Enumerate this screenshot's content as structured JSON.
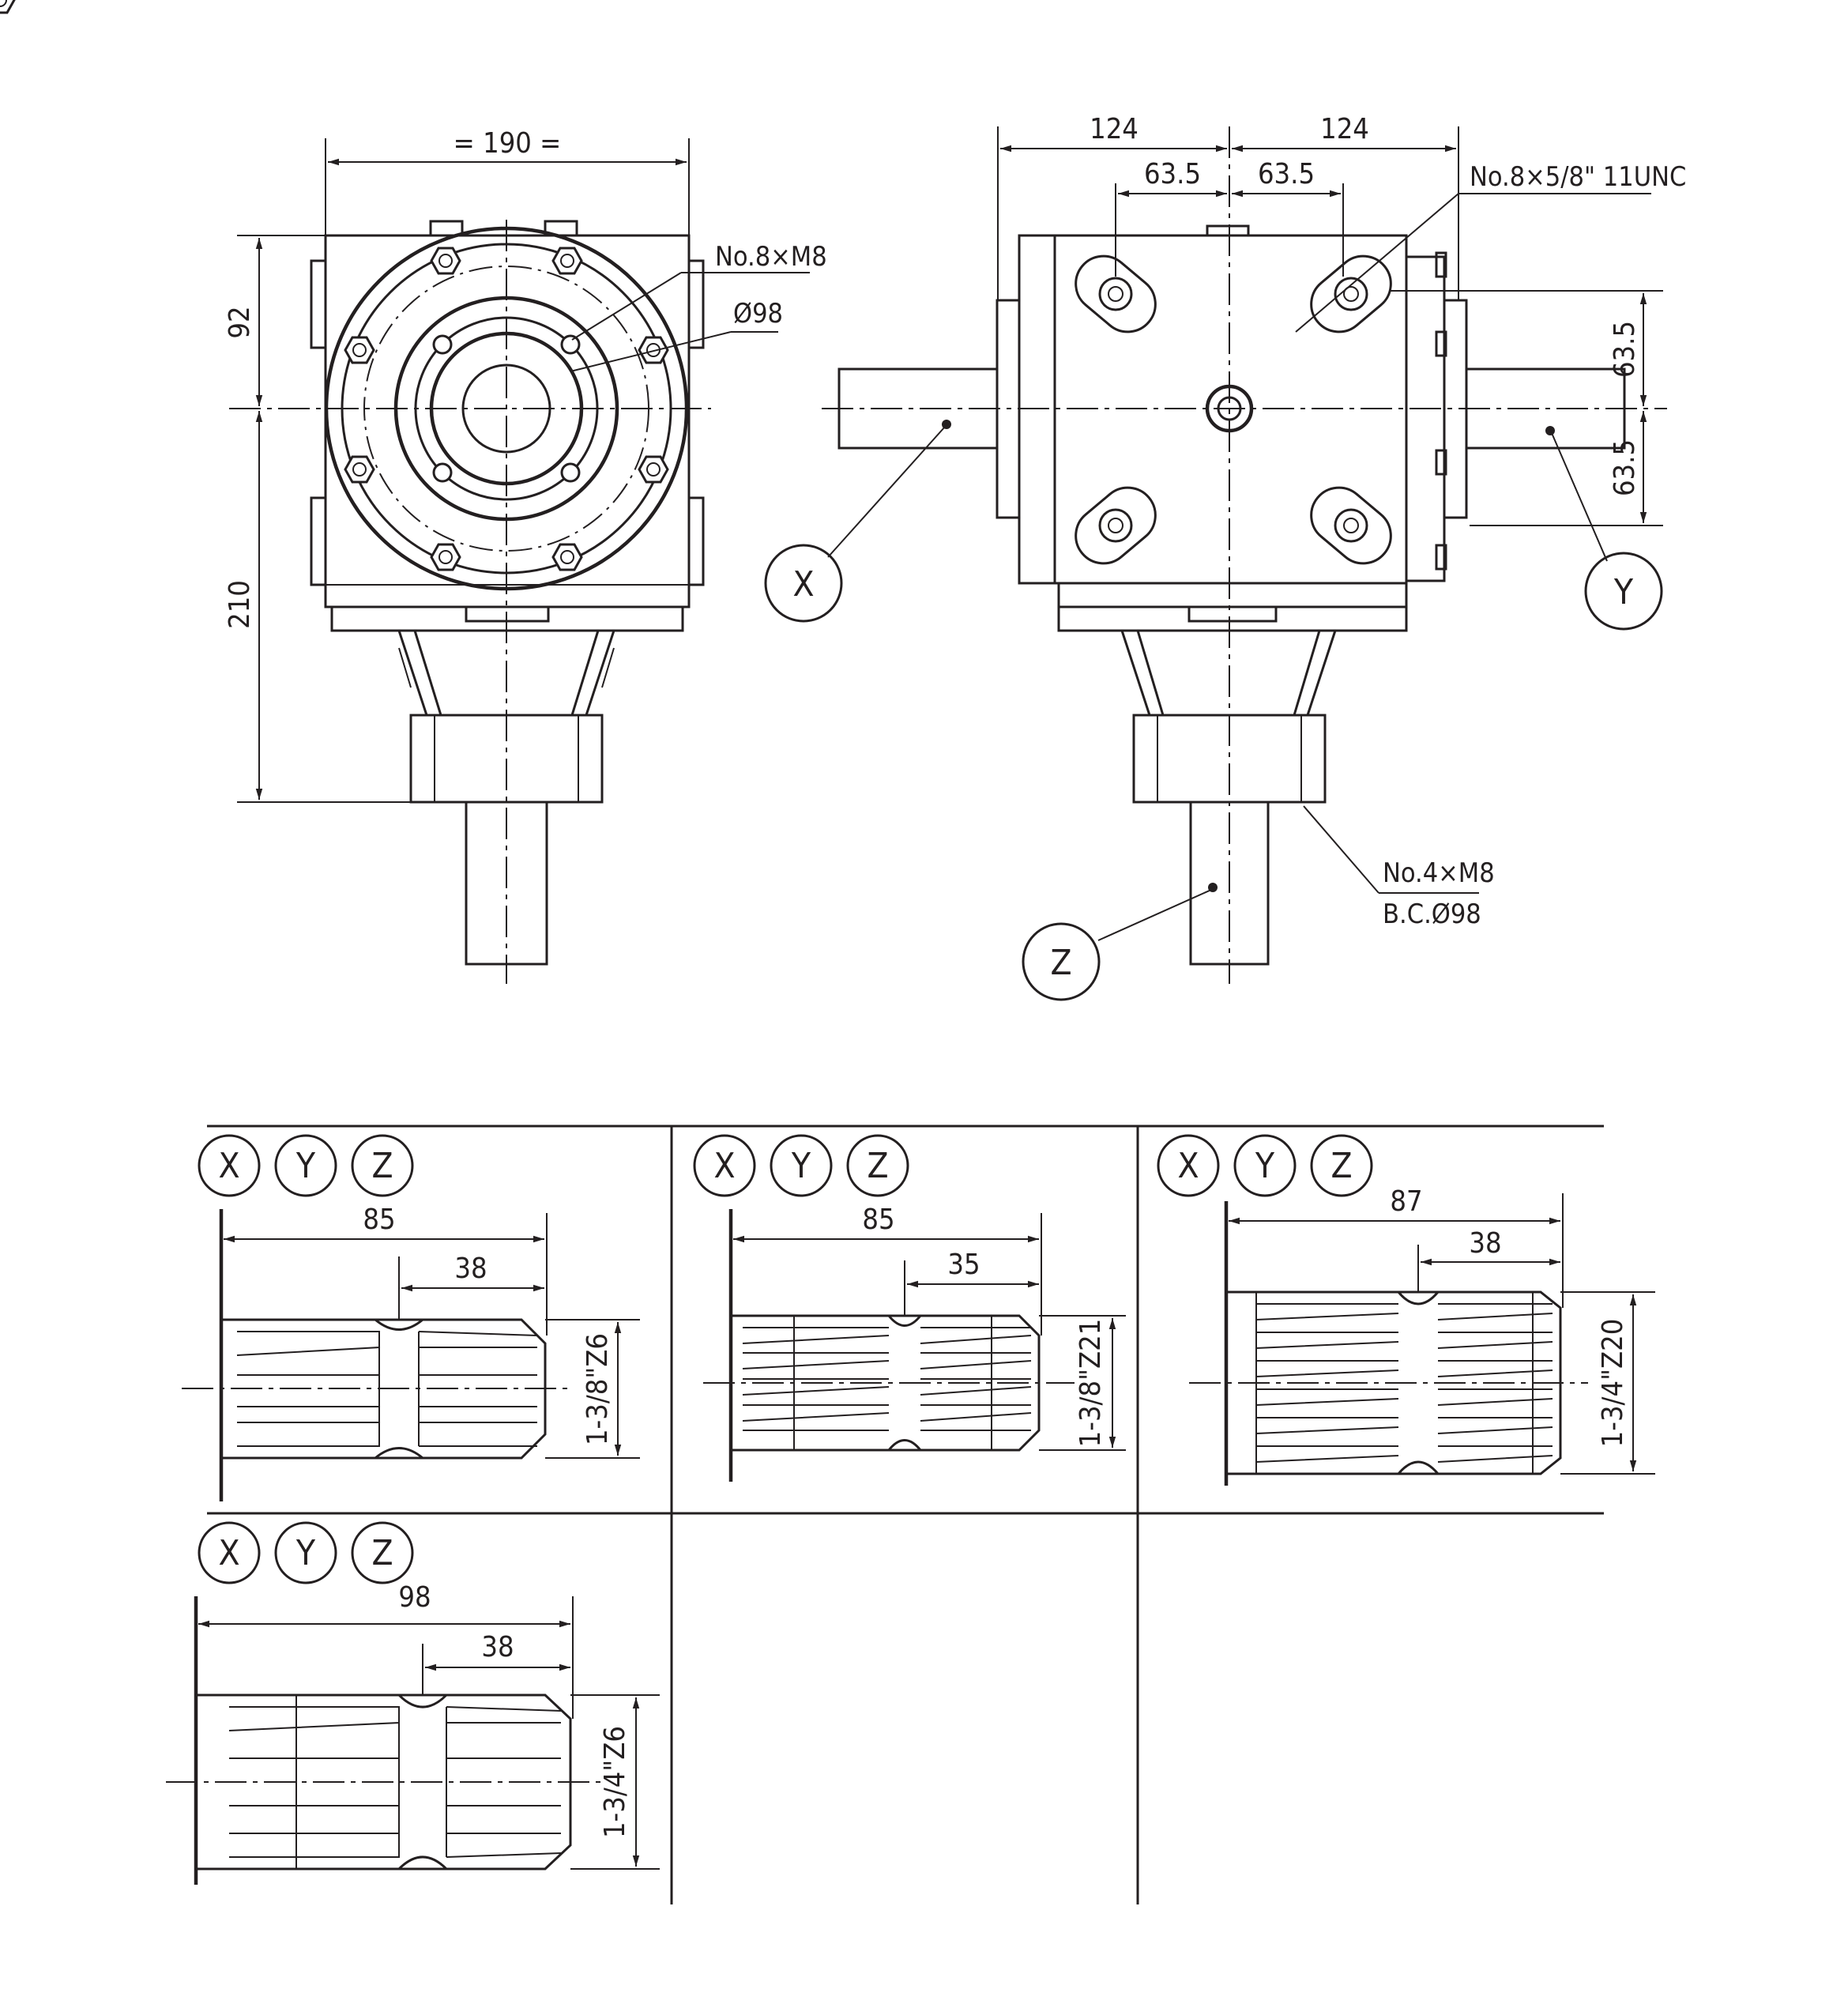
{
  "front_view": {
    "width_dim": "= 190 =",
    "top_height_dim": "92",
    "bottom_height_dim": "210",
    "bolt_callout": "No.8×M8",
    "pcd_callout": "Ø98"
  },
  "side_view": {
    "left_half_dim": "124",
    "right_half_dim": "124",
    "left_hole_dim": "63.5",
    "right_hole_dim": "63.5",
    "thread_callout": "No.8×5/8\" 11UNC",
    "upper_vertical_dim": "63.5",
    "lower_vertical_dim": "63.5",
    "bottom_bolt_callout": "No.4×M8",
    "bottom_pcd_callout": "B.C.Ø98",
    "shaft_x_label": "X",
    "shaft_y_label": "Y",
    "shaft_z_label": "Z"
  },
  "shaft_options": [
    {
      "labels": [
        "X",
        "Y",
        "Z"
      ],
      "length": "85",
      "spline_length": "38",
      "diameter_spec": "1-3/8\"Z6"
    },
    {
      "labels": [
        "X",
        "Y",
        "Z"
      ],
      "length": "85",
      "spline_length": "35",
      "diameter_spec": "1-3/8\"Z21"
    },
    {
      "labels": [
        "X",
        "Y",
        "Z"
      ],
      "length": "87",
      "spline_length": "38",
      "diameter_spec": "1-3/4\"Z20"
    },
    {
      "labels": [
        "X",
        "Y",
        "Z"
      ],
      "length": "98",
      "spline_length": "38",
      "diameter_spec": "1-3/4\"Z6"
    }
  ]
}
